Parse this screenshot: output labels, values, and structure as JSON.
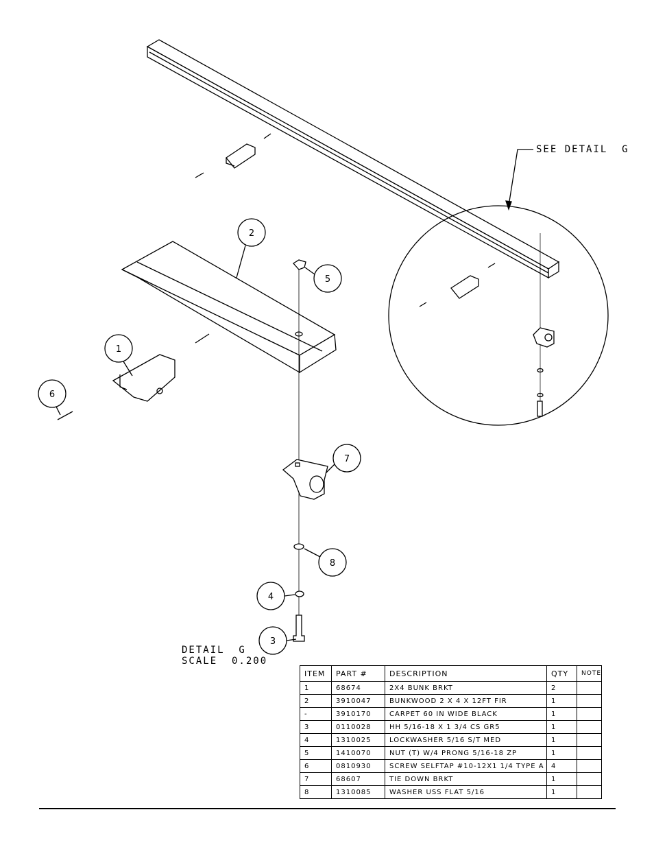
{
  "callouts": {
    "see_detail": "SEE DETAIL  G",
    "detail_title": "DETAIL  G",
    "detail_scale": "SCALE  0.200"
  },
  "balloons": [
    "1",
    "2",
    "3",
    "4",
    "5",
    "6",
    "7",
    "8"
  ],
  "bom": {
    "headers": [
      "ITEM",
      "PART #",
      "DESCRIPTION",
      "QTY",
      "NOTE"
    ],
    "rows": [
      {
        "item": "1",
        "part": "68674",
        "desc": "2X4 BUNK BRKT",
        "qty": "2",
        "note": ""
      },
      {
        "item": "2",
        "part": "3910047",
        "desc": "BUNKWOOD   2 X 4 X 12FT FIR",
        "qty": "1",
        "note": ""
      },
      {
        "item": "-",
        "part": "3910170",
        "desc": "CARPET 60 IN WIDE BLACK",
        "qty": "1",
        "note": ""
      },
      {
        "item": "3",
        "part": "0110028",
        "desc": "HH 5/16-18 X 1 3/4 CS GR5",
        "qty": "1",
        "note": ""
      },
      {
        "item": "4",
        "part": "1310025",
        "desc": "LOCKWASHER 5/16 S/T MED",
        "qty": "1",
        "note": ""
      },
      {
        "item": "5",
        "part": "1410070",
        "desc": "NUT (T) W/4 PRONG 5/16-18 ZP",
        "qty": "1",
        "note": ""
      },
      {
        "item": "6",
        "part": "0810930",
        "desc": "SCREW SELFTAP #10-12X1 1/4 TYPE A",
        "qty": "4",
        "note": ""
      },
      {
        "item": "7",
        "part": "68607",
        "desc": "TIE DOWN BRKT",
        "qty": "1",
        "note": ""
      },
      {
        "item": "8",
        "part": "1310085",
        "desc": "WASHER USS FLAT 5/16",
        "qty": "1",
        "note": ""
      }
    ]
  }
}
